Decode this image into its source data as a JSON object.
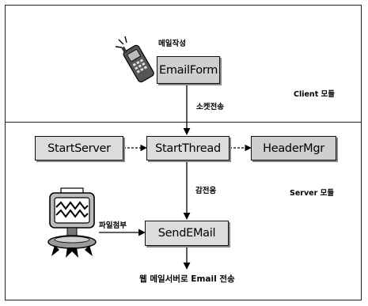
{
  "labels": {
    "mail_compose": "메일작성",
    "socket_transfer": "소켓전송",
    "client_module": "Client 모듈",
    "server_module": "Server 모듈",
    "monitoring": "감전응",
    "attach_file": "파일첨부",
    "web_mail_send": "웹 메일서버로 Email 전송"
  },
  "boxes": {
    "email_form": "EmailForm",
    "start_server": "StartServer",
    "start_thread": "StartThread",
    "header_mgr": "HeaderMgr",
    "send_email": "SendEMail"
  },
  "icons": {
    "phone": "mobile-phone-icon",
    "printer": "printer-monster-icon"
  }
}
